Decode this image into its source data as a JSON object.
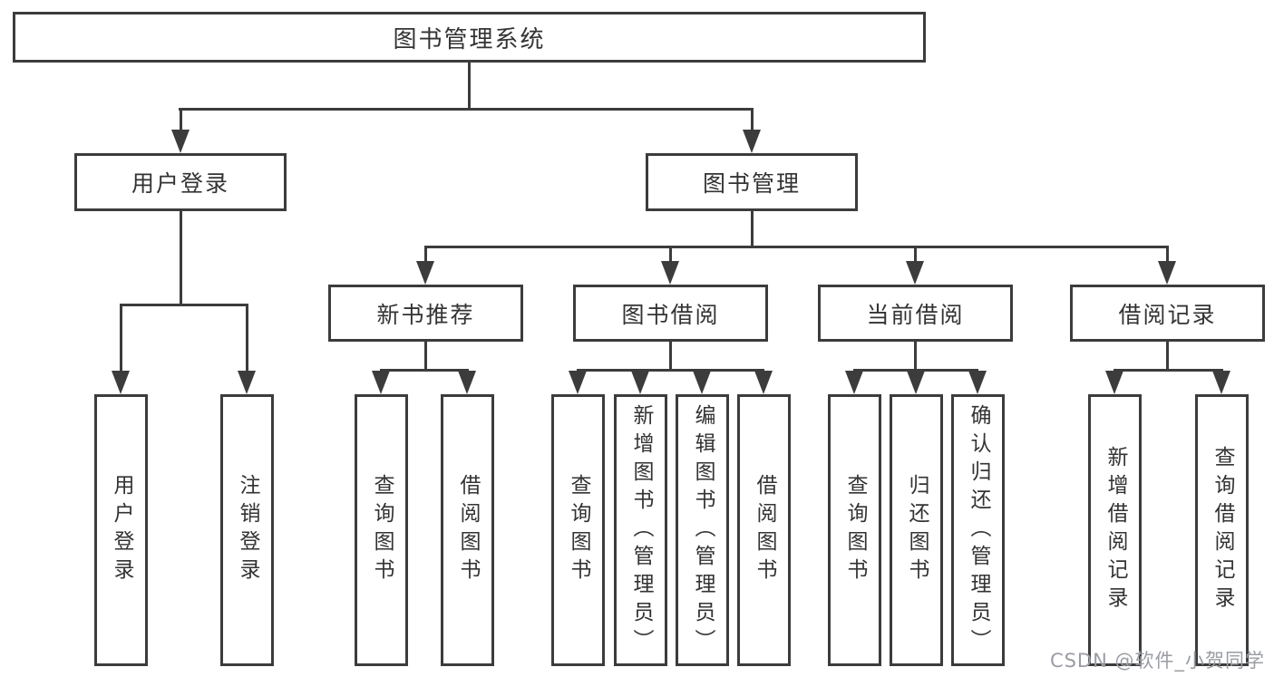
{
  "tree": {
    "root": {
      "label": "图书管理系统"
    },
    "nodes": [
      {
        "label": "用户登录",
        "children": [
          {
            "label": "用户登录"
          },
          {
            "label": "注销登录"
          }
        ]
      },
      {
        "label": "图书管理",
        "children": [
          {
            "label": "新书推荐",
            "children": [
              {
                "label": "查询图书"
              },
              {
                "label": "借阅图书"
              }
            ]
          },
          {
            "label": "图书借阅",
            "children": [
              {
                "label": "查询图书"
              },
              {
                "label": "新增图书（管理员）"
              },
              {
                "label": "编辑图书（管理员）"
              },
              {
                "label": "借阅图书"
              }
            ]
          },
          {
            "label": "当前借阅",
            "children": [
              {
                "label": "查询图书"
              },
              {
                "label": "归还图书"
              },
              {
                "label": "确认归还（管理员）"
              }
            ]
          },
          {
            "label": "借阅记录",
            "children": [
              {
                "label": "新增借阅记录"
              },
              {
                "label": "查询借阅记录"
              }
            ]
          }
        ]
      }
    ]
  },
  "watermark": "CSDN @软件_小贺同学",
  "colors": {
    "line": "#3c3c3c",
    "text": "#333333",
    "wm": "#9a9da3",
    "bg": "#ffffff"
  }
}
